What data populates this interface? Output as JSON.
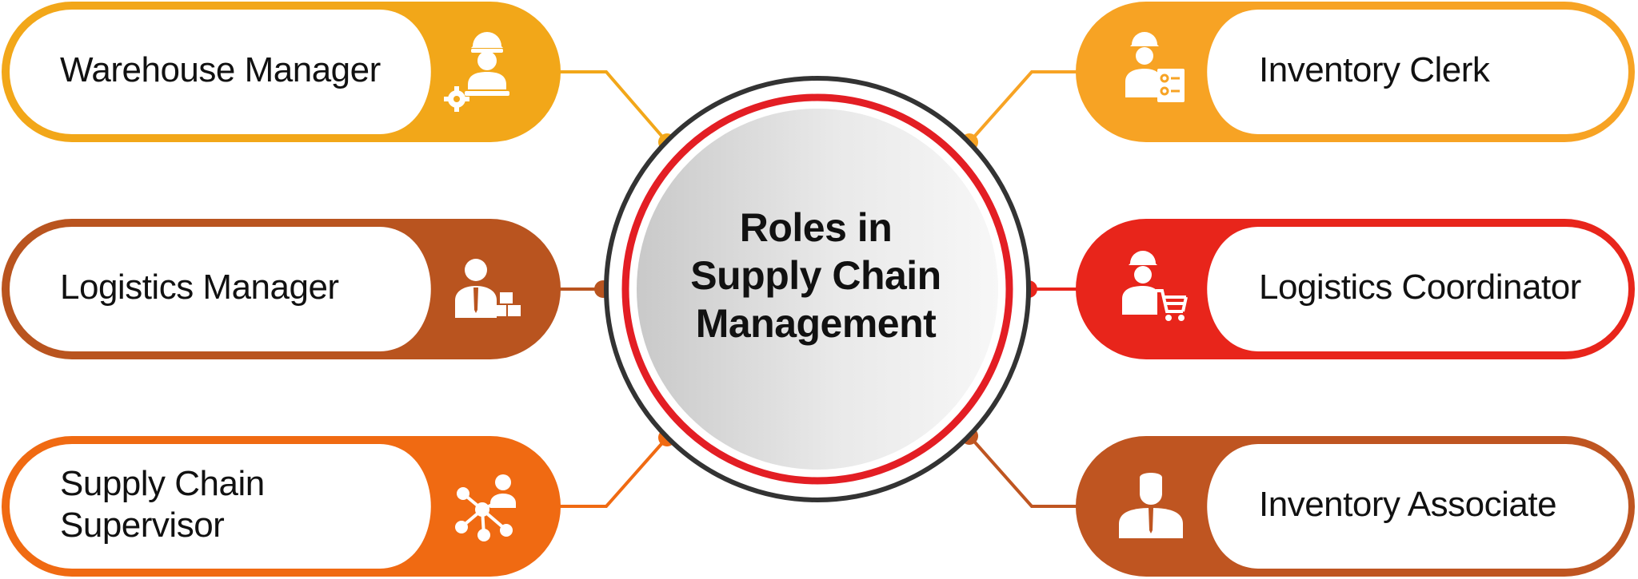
{
  "center": {
    "line1": "Roles in",
    "line2": "Supply Chain",
    "line3": "Management"
  },
  "roles_left": [
    {
      "line1": "Warehouse Manager",
      "line2": "",
      "color": "#F2A719",
      "icon": "warehouse-worker-gear-icon"
    },
    {
      "line1": "Logistics Manager",
      "line2": "",
      "color": "#B9541F",
      "icon": "manager-boxes-icon"
    },
    {
      "line1": "Supply Chain",
      "line2": "Supervisor",
      "color": "#F06A12",
      "icon": "network-people-icon"
    }
  ],
  "roles_right": [
    {
      "line1": "Inventory Clerk",
      "color": "#F7A324",
      "icon": "clerk-checklist-icon"
    },
    {
      "line1": "Logistics Coordinator",
      "color": "#E8251B",
      "icon": "coordinator-cart-icon"
    },
    {
      "line1": "Inventory Associate",
      "color": "#BF5521",
      "icon": "associate-person-icon"
    }
  ],
  "colors": {
    "ring_dark": "#333333",
    "ring_red": "#E31E24",
    "center_fill_light": "#F4F4F4",
    "center_fill_dark": "#C9C9C9"
  }
}
